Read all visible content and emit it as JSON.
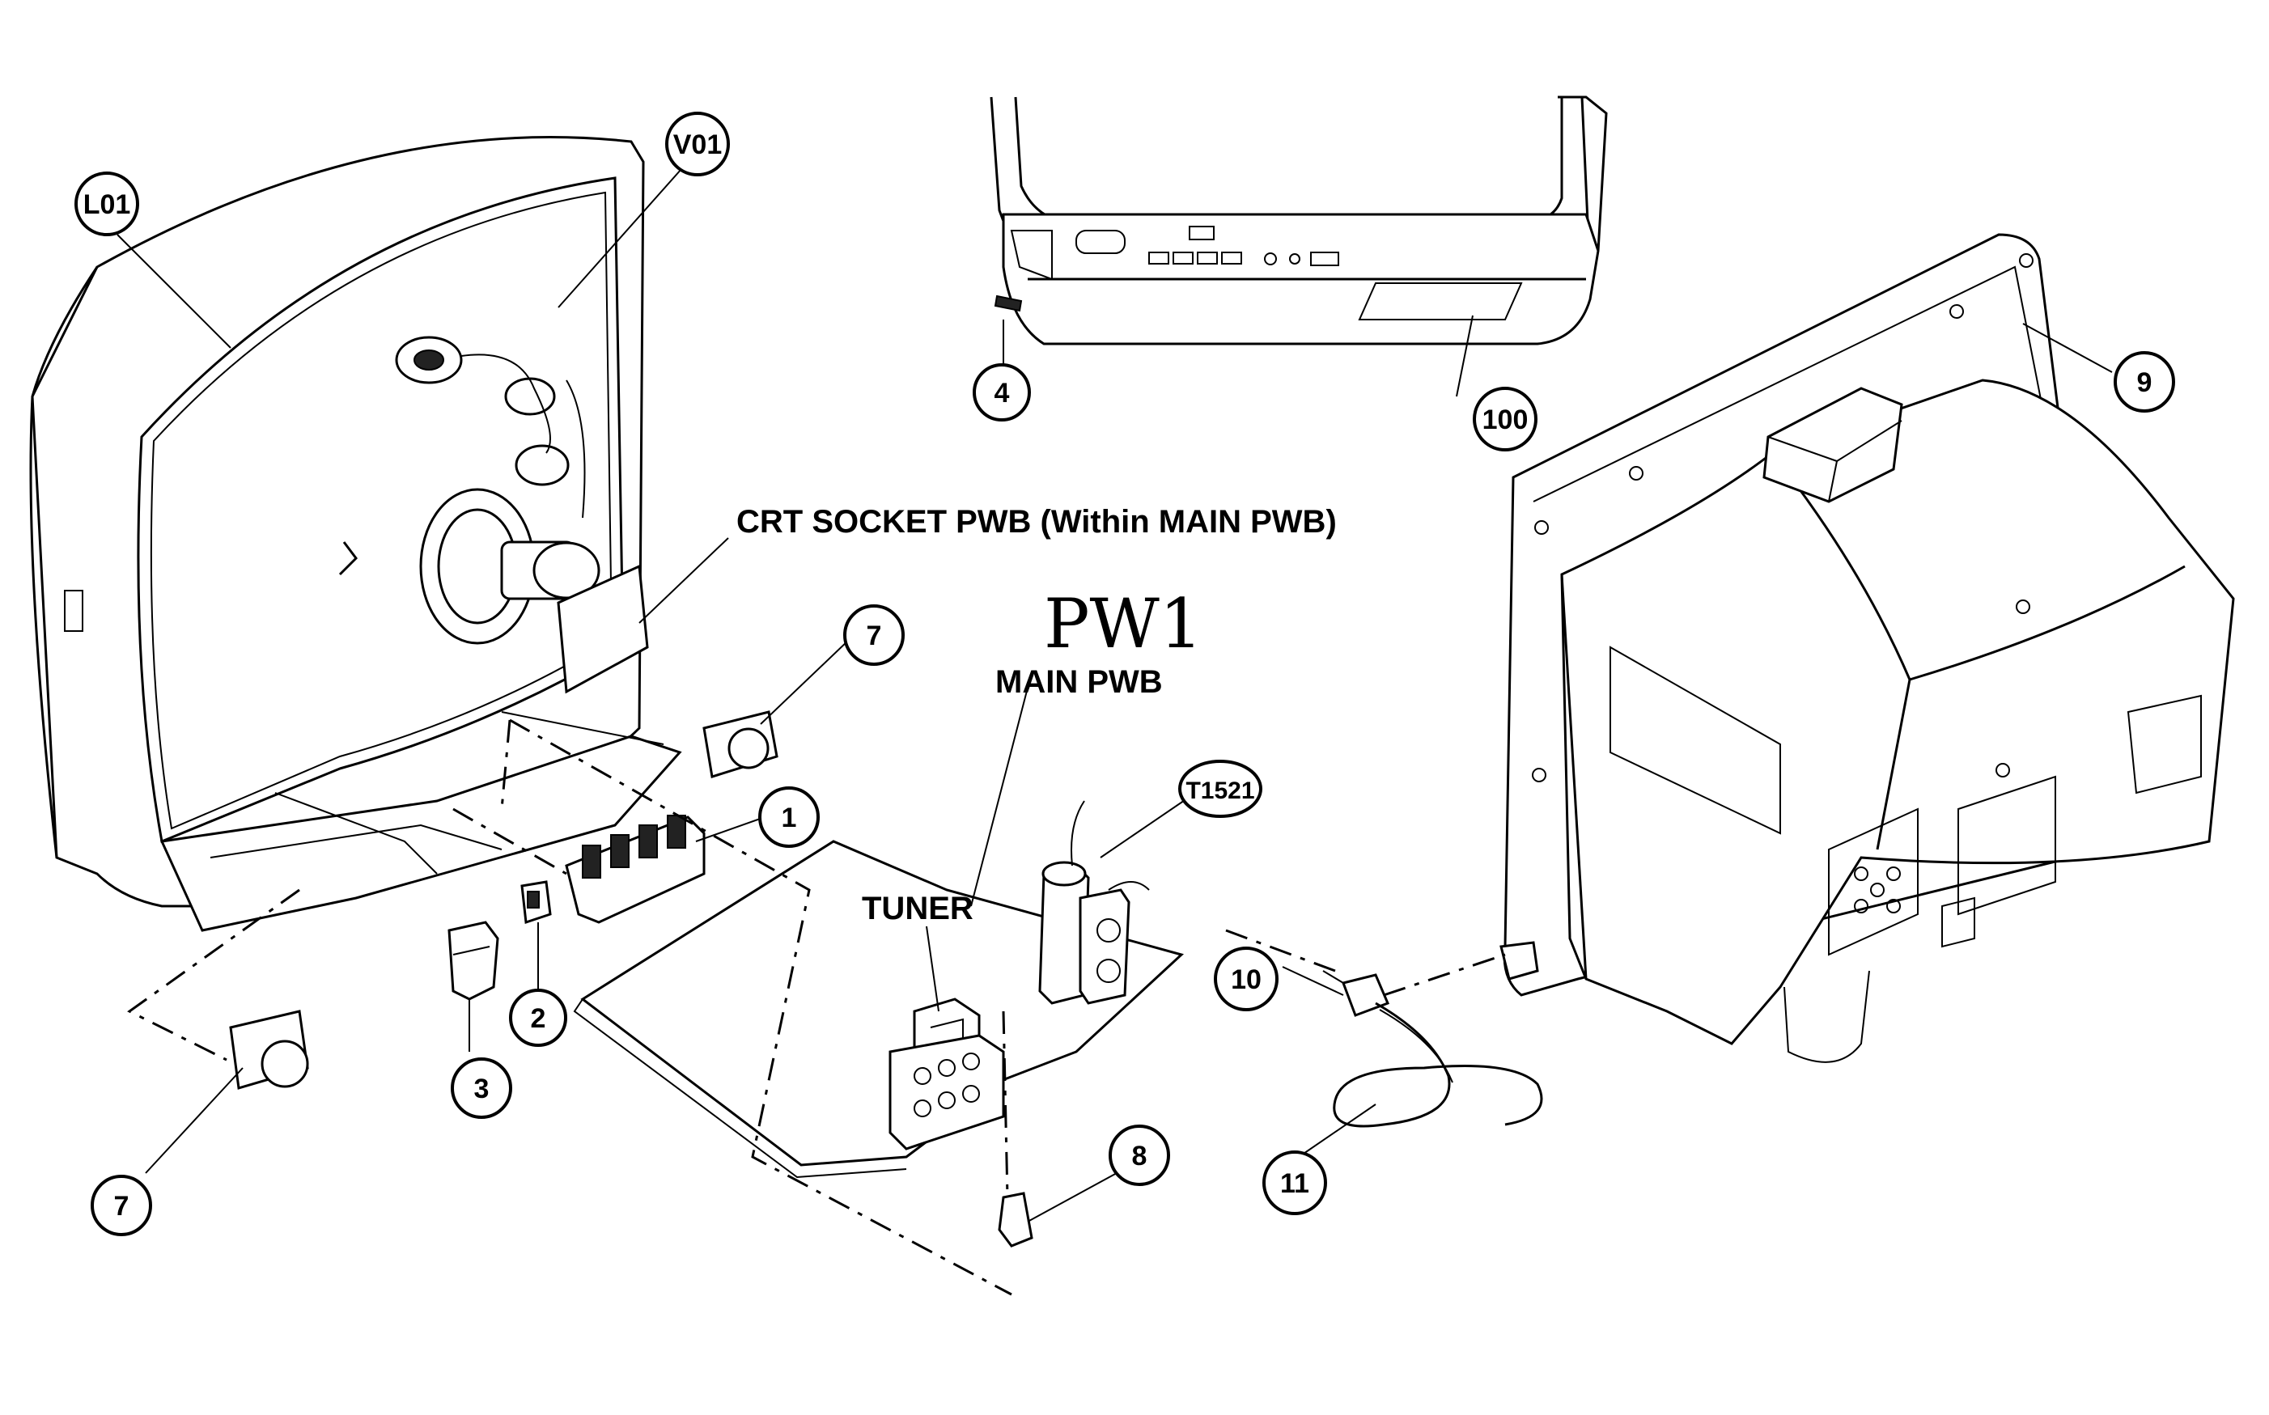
{
  "callouts": {
    "l01": "L01",
    "v01": "V01",
    "p1": "1",
    "p2": "2",
    "p3": "3",
    "p4": "4",
    "p7a": "7",
    "p7b": "7",
    "p8": "8",
    "p9": "9",
    "p10": "10",
    "p11": "11",
    "p100": "100",
    "t1521": "T1521"
  },
  "labels": {
    "crt_socket": "CRT SOCKET PWB (Within MAIN PWB)",
    "main_pwb": "MAIN PWB",
    "tuner": "TUNER",
    "handwritten": "PW1"
  }
}
